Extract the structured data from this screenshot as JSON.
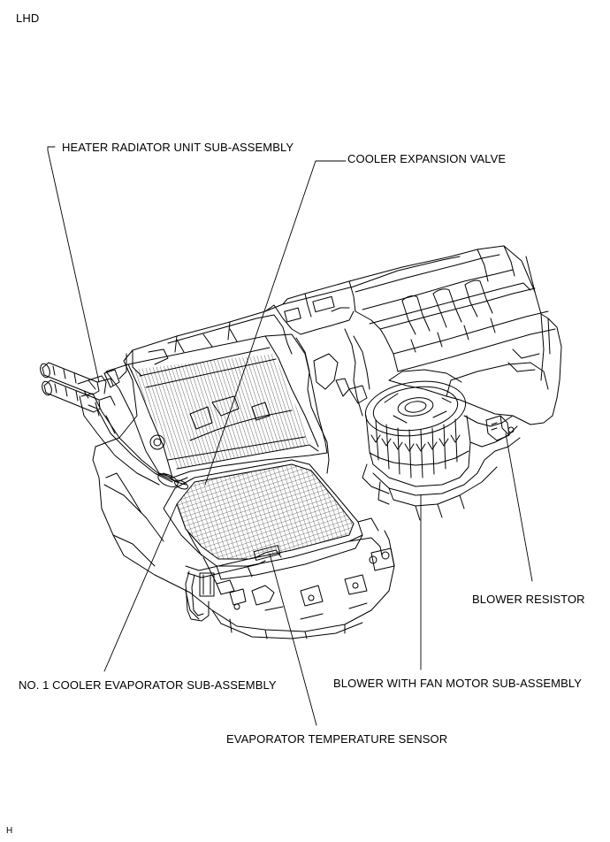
{
  "corner_tag": "LHD",
  "footer_code": "H",
  "labels": {
    "heater_radiator": "HEATER RADIATOR UNIT SUB-ASSEMBLY",
    "expansion_valve": "COOLER EXPANSION VALVE",
    "blower_resistor": "BLOWER RESISTOR",
    "evaporator": "NO. 1 COOLER EVAPORATOR SUB-ASSEMBLY",
    "blower_motor": "BLOWER WITH FAN MOTOR SUB-ASSEMBLY",
    "temp_sensor": "EVAPORATOR TEMPERATURE SENSOR"
  }
}
